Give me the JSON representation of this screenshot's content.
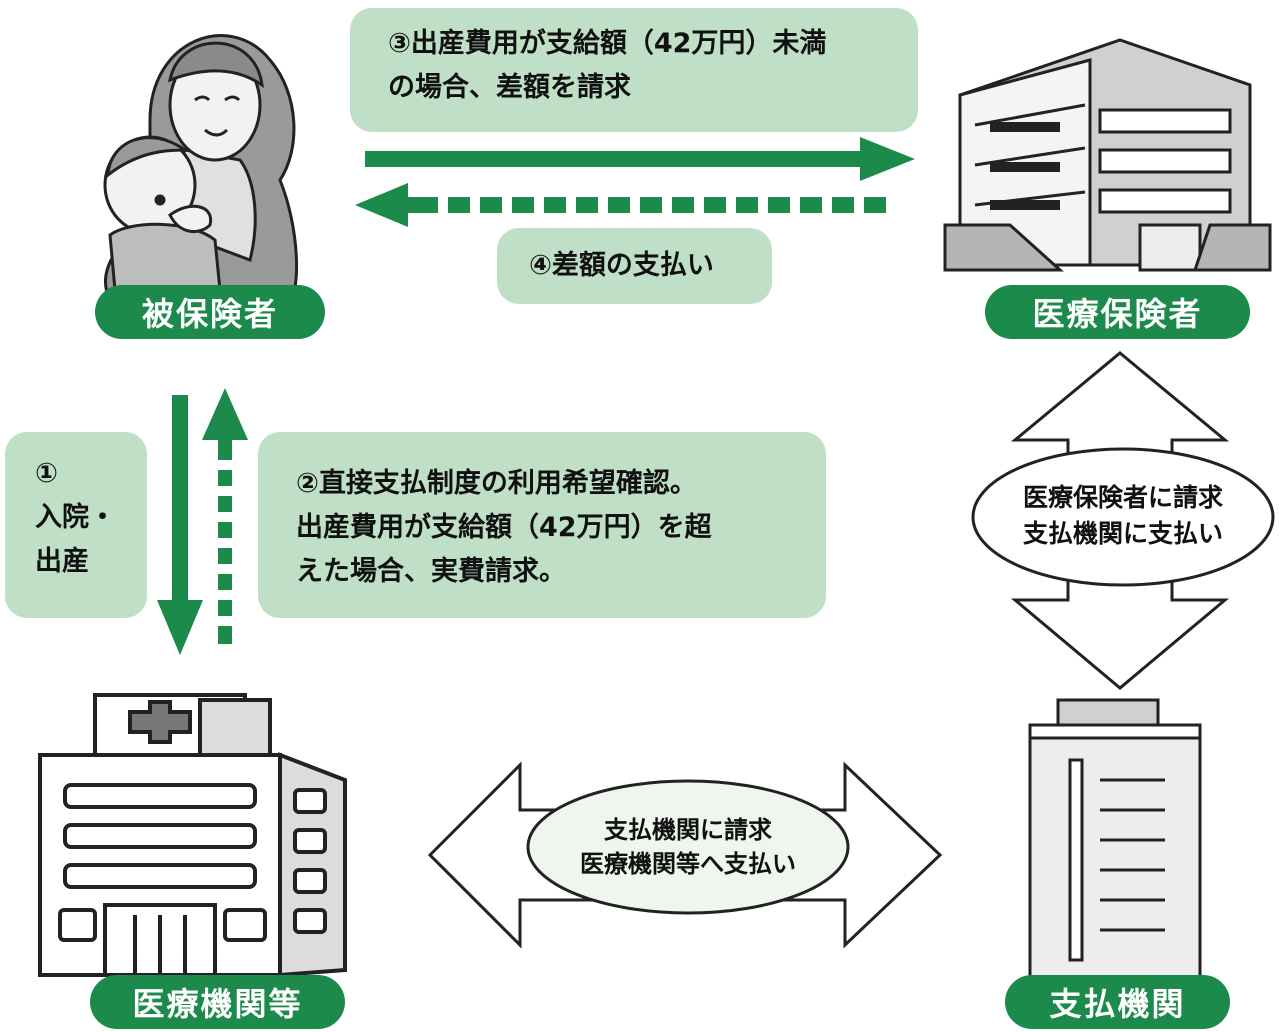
{
  "nodes": {
    "insured": "被保険者",
    "insurer": "医療保険者",
    "medical": "医療機関等",
    "payment": "支払機関"
  },
  "steps": {
    "step1": [
      "①",
      "入院・",
      "出産"
    ],
    "step2": [
      "②直接支払制度の利用希望確認。",
      "出産費用が支給額（42万円）を超",
      "えた場合、実費請求。"
    ],
    "step3": [
      "③出産費用が支給額（42万円）未満",
      "の場合、差額を請求"
    ],
    "step4": "④差額の支払い"
  },
  "flows": {
    "insurer_payment": [
      "医療保険者に請求",
      "支払機関に支払い"
    ],
    "medical_payment": [
      "支払機関に請求",
      "医療機関等へ支払い"
    ]
  },
  "colors": {
    "accent_green": "#1c8a4b",
    "box_green": "#bfe0c6",
    "oval_fill": "#eef6ee"
  }
}
